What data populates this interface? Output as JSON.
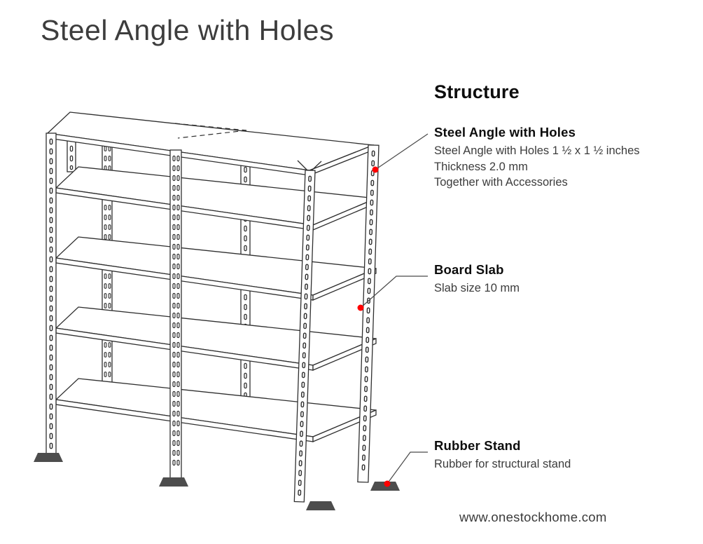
{
  "title": "Steel Angle with Holes",
  "structure": {
    "heading": "Structure",
    "annotations": [
      {
        "title": "Steel Angle with Holes",
        "lines": [
          "Steel Angle with Holes 1 ½ x 1 ½ inches",
          "Thickness 2.0 mm",
          "Together with Accessories"
        ]
      },
      {
        "title": "Board Slab",
        "lines": [
          "Slab size 10 mm"
        ]
      },
      {
        "title": "Rubber Stand",
        "lines": [
          "Rubber for structural stand"
        ]
      }
    ]
  },
  "diagram": {
    "label": "Steel angle shelving rack line drawing",
    "marker_color": "#ff0000",
    "line_color": "#2f2f2f",
    "foot_color": "#4d4d4d"
  },
  "footer": {
    "website": "www.onestockhome.com"
  }
}
